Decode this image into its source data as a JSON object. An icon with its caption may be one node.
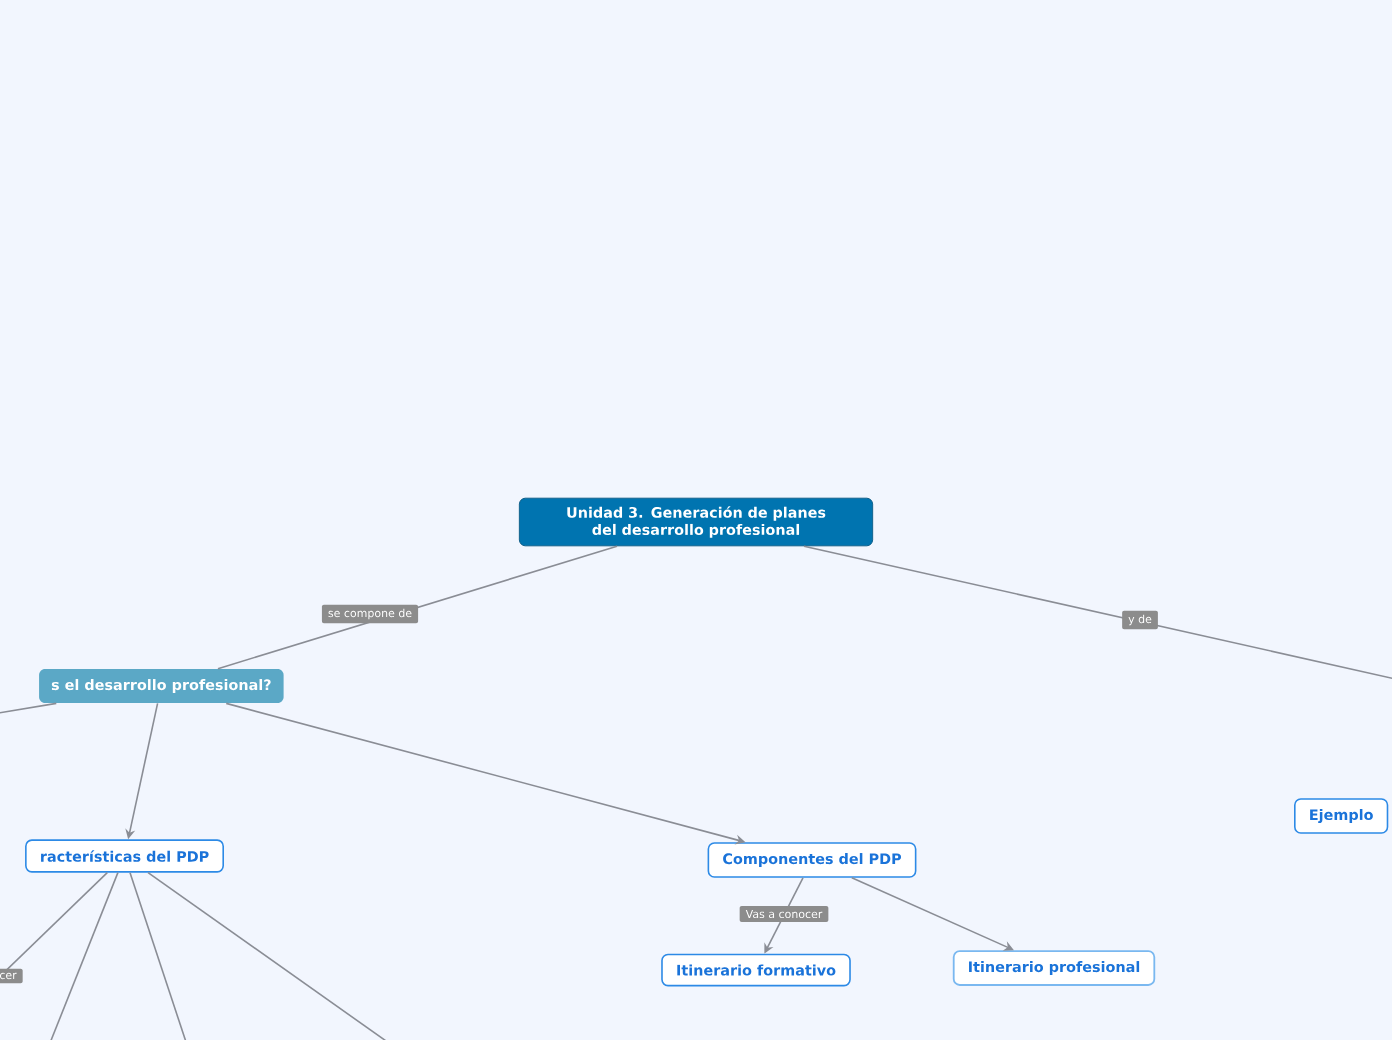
{
  "diagram": {
    "nodes": [
      {
        "text": [
          "Unidad 3. Generación de planes del desarrollo profesional"
        ]
      },
      {
        "text": [
          "s el desarrollo profesional?"
        ]
      },
      {
        "text": [
          "racterísticas del PDP"
        ]
      },
      {
        "text": [
          "Componentes del PDP"
        ]
      },
      {
        "text": [
          "Itinerario formativo"
        ]
      },
      {
        "text": [
          "Itinerario profesional"
        ]
      },
      {
        "text": [
          "Ejemplo"
        ]
      }
    ],
    "edges": [
      {
        "from": 0,
        "to": 1,
        "arrow": "none",
        "label": "se compone de"
      },
      {
        "from": 0,
        "to": null,
        "arrow": "none",
        "label": "y de"
      },
      {
        "from": 1,
        "to": null,
        "arrow": "none"
      },
      {
        "from": 1,
        "to": 2,
        "arrow": "to"
      },
      {
        "from": 1,
        "to": 3,
        "arrow": "to"
      },
      {
        "from": 3,
        "to": 4,
        "arrow": "to",
        "label": "Vas a conocer"
      },
      {
        "from": 3,
        "to": 5,
        "arrow": "to"
      },
      {
        "from": 2,
        "to": null,
        "arrow": "none",
        "label": "cer"
      },
      {
        "from": 2,
        "to": null,
        "arrow": "none"
      },
      {
        "from": 2,
        "to": null,
        "arrow": "none"
      },
      {
        "from": 2,
        "to": null,
        "arrow": "none"
      }
    ]
  }
}
